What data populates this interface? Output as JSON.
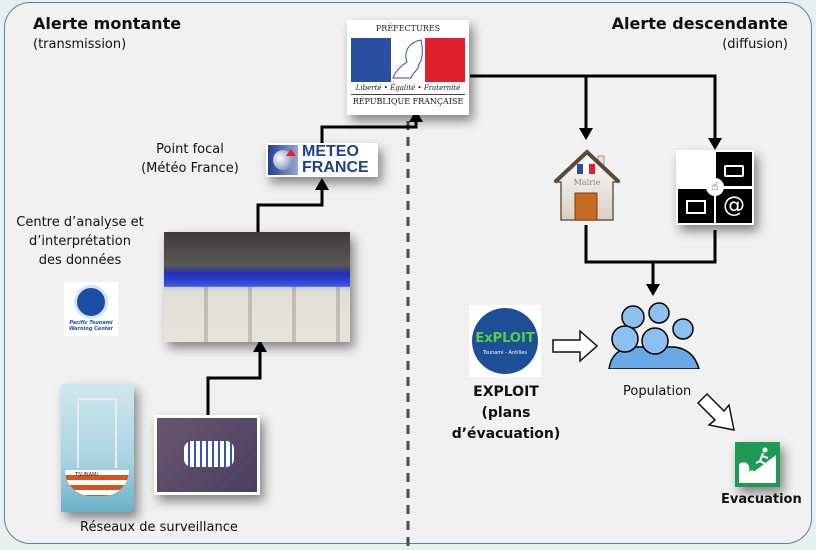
{
  "left_section": {
    "title": "Alerte montante",
    "subtitle": "(transmission)"
  },
  "right_section": {
    "title": "Alerte descendante",
    "subtitle": "(diffusion)"
  },
  "prefectures": {
    "header": "PRÉFECTURES",
    "motto": "Liberté • Égalité • Fraternité",
    "republic": "RÉPUBLIQUE FRANÇAISE"
  },
  "meteo_france": {
    "label_line1": "Point focal",
    "label_line2": "(Météo France)",
    "logo_line1": "METEO",
    "logo_line2": "FRANCE"
  },
  "analysis_center": {
    "label_line1": "Centre d’analyse et",
    "label_line2": "d’interprétation",
    "label_line3": "des données",
    "logo_text1": "Pacific Tsunami",
    "logo_text2": "Warning Center"
  },
  "networks": {
    "label": "Réseaux de surveillance",
    "buoy_text": "TSUNAMI"
  },
  "mairie": {
    "label": "Mairie"
  },
  "media": {
    "icons": [
      "radio-icon",
      "tv-icon",
      "at-icon",
      "hand-pointer-icon"
    ]
  },
  "exploit": {
    "logo_text": "ExPLOIT",
    "logo_sub": "Tsunami - Antilles",
    "label_line1": "EXPLOIT",
    "label_line2": "(plans d’évacuation)"
  },
  "population": {
    "label": "Population"
  },
  "evacuation": {
    "label": "Evacuation"
  },
  "colors": {
    "panel_border": "#5b7fa8",
    "divider": "#3e5266",
    "french_blue": "#2a4fa0",
    "french_red": "#e0202a",
    "evac_green": "#1e9a55",
    "people_blue": "#6aa9e6"
  }
}
